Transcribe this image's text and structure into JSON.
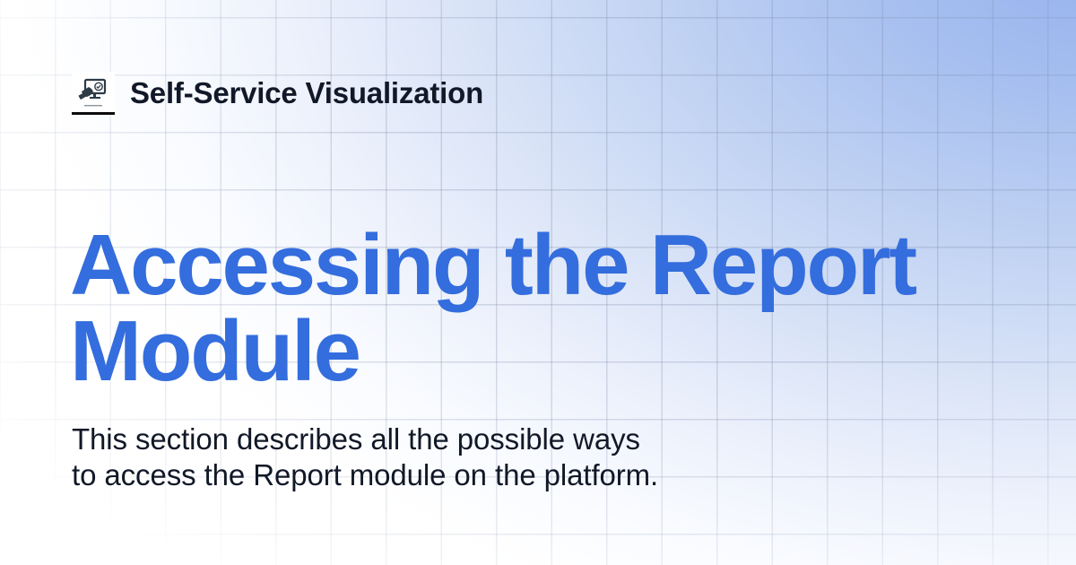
{
  "brand": {
    "name": "Self-Service Visualization",
    "logo": {
      "icon": "monitor-touch-icon",
      "caption": "SELF SERVICE"
    }
  },
  "hero": {
    "title_lines": [
      "Accessing the Report",
      "Module"
    ],
    "description_lines": [
      "This section describes all the possible ways",
      "to access the Report module on the platform."
    ]
  },
  "colors": {
    "title": "#346DDD",
    "text": "#111827",
    "background_light": "#FFFFFF",
    "background_accent": "#97B4EC",
    "logo_ink": "#2D3B47"
  }
}
